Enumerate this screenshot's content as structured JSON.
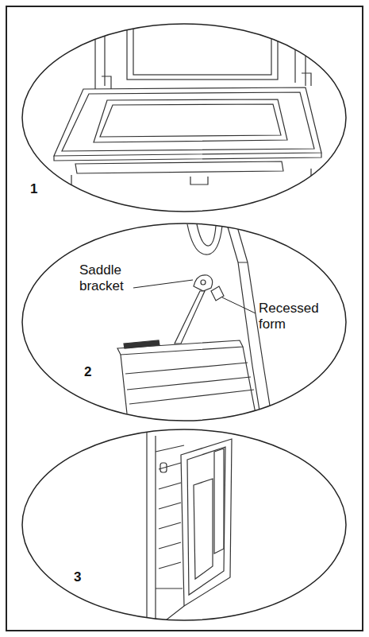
{
  "diagram": {
    "labels": [
      "1",
      "Saddle bracket",
      "Recessed form",
      "2",
      "3"
    ]
  }
}
